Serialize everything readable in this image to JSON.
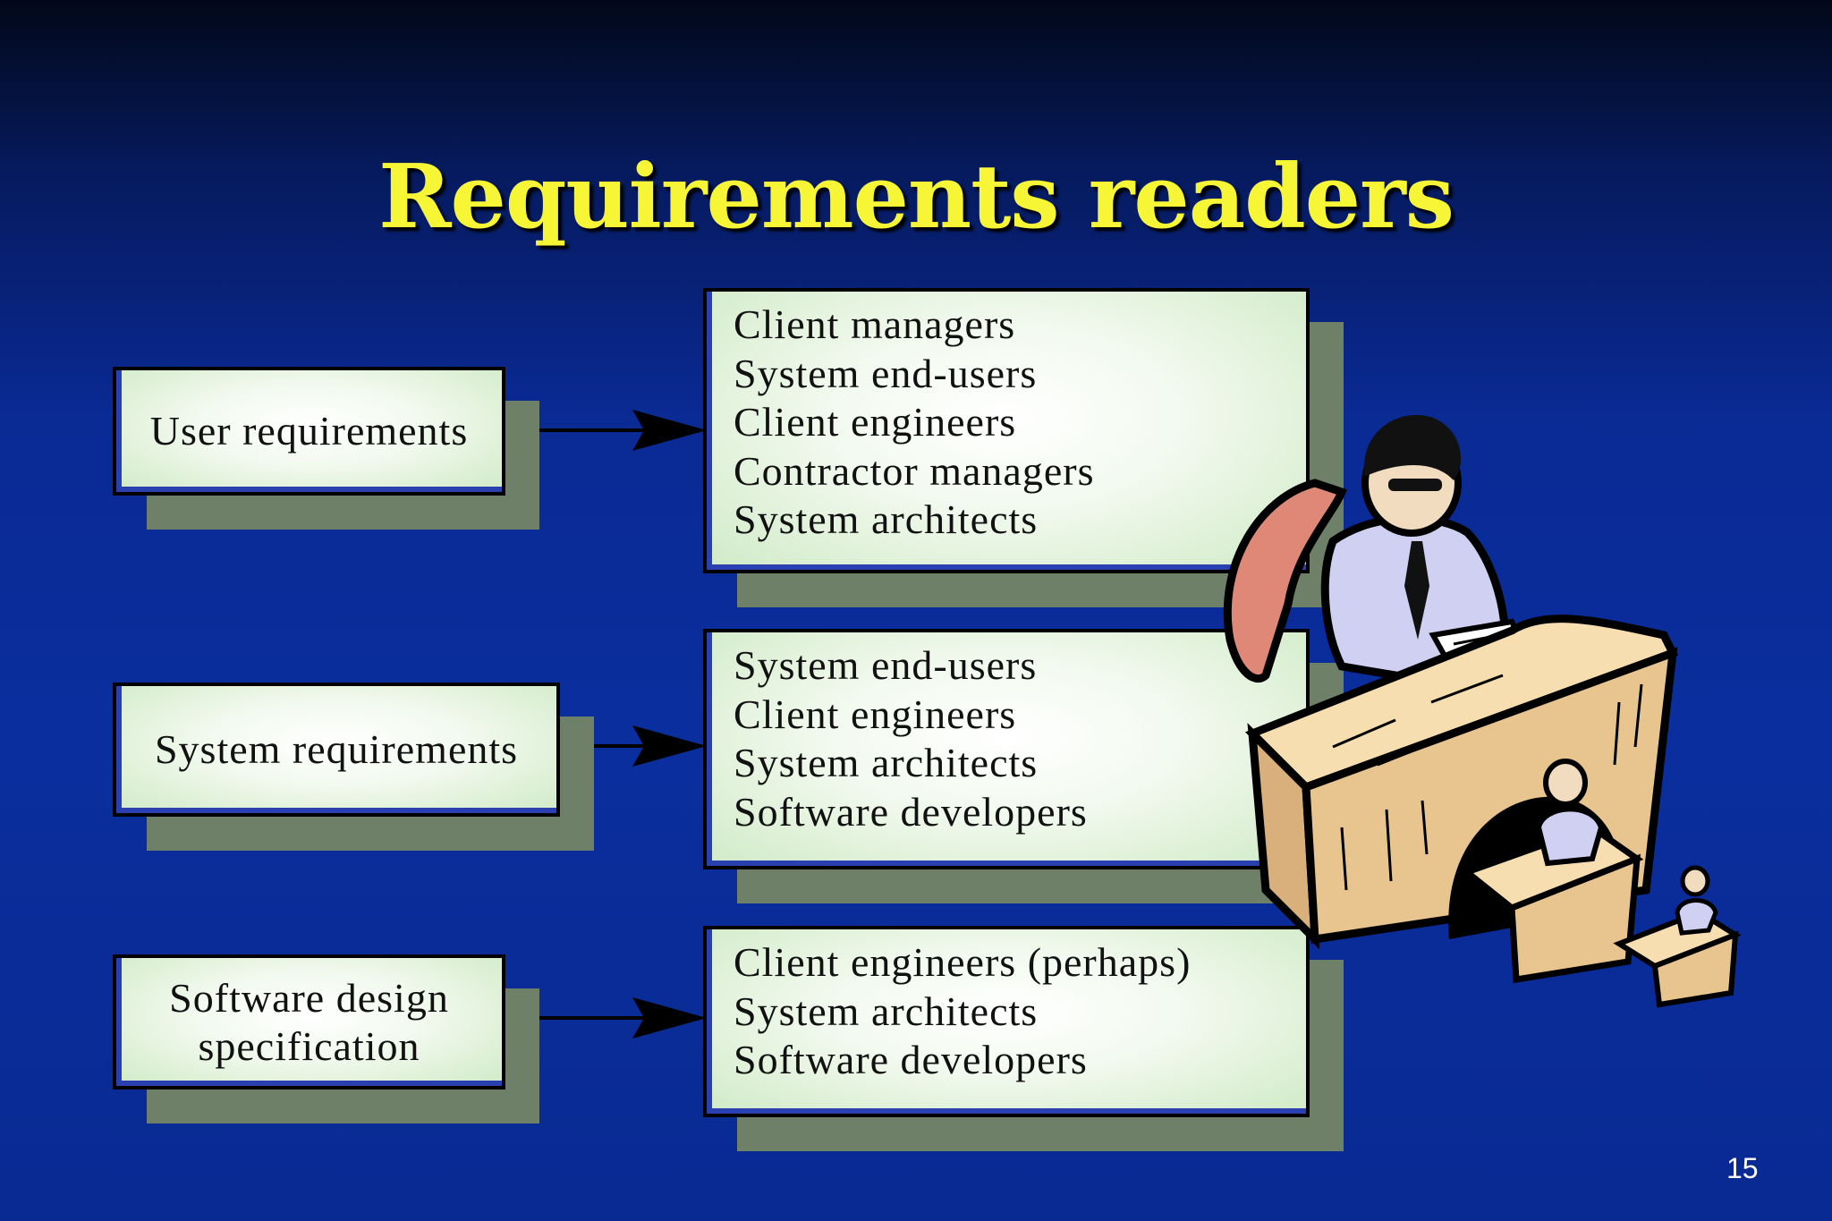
{
  "slide": {
    "title": "Requirements readers",
    "page_number": "15"
  },
  "diagram": {
    "documents": [
      {
        "label_lines": [
          "User requirements"
        ]
      },
      {
        "label_lines": [
          "System requirements"
        ]
      },
      {
        "label_lines": [
          "Software design",
          "specification"
        ]
      }
    ],
    "readers": [
      {
        "items": [
          "Client managers",
          "System end-users",
          "Client engineers",
          "Contractor managers",
          "System architects"
        ]
      },
      {
        "items": [
          "System end-users",
          "Client engineers",
          "System architects",
          "Software developers"
        ]
      },
      {
        "items": [
          "Client engineers (perhaps)",
          "System architects",
          "Software developers"
        ]
      }
    ]
  },
  "clipart": {
    "icon": "office-worker-at-desk-clipart-icon"
  },
  "colors": {
    "title": "#f6f637",
    "box_border": "#000000",
    "box_fill_center": "#ffffff",
    "box_fill_edge": "#d0eac6",
    "box_shadow": "#6f8068",
    "background": "#0a2e9e"
  }
}
